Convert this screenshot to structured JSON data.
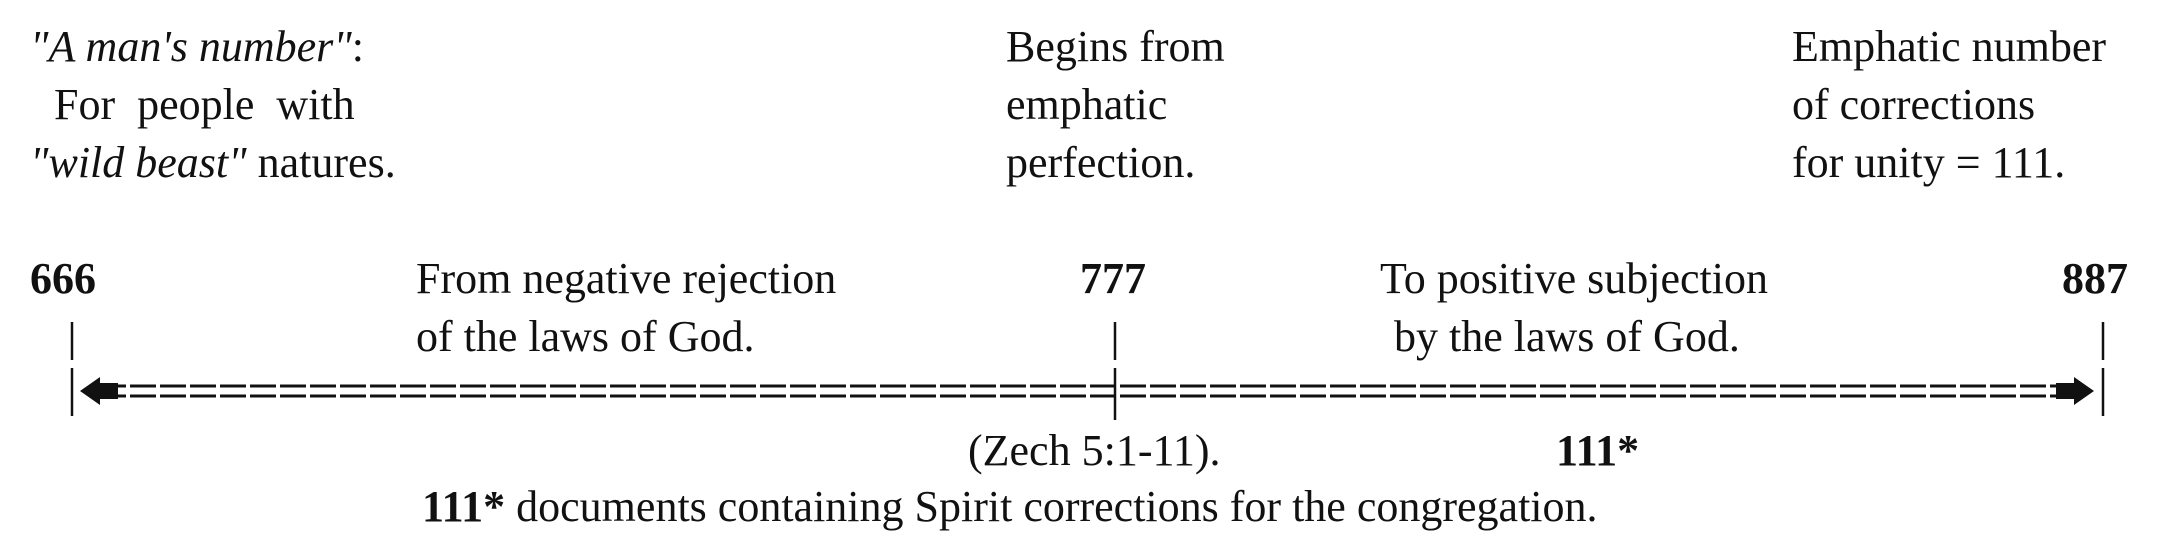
{
  "top_left": {
    "line1_italic": "\"A man's number\"",
    "line1_rest": ":",
    "line2": "For  people  with",
    "line3_italic": "\"wild beast\"",
    "line3_rest": " natures."
  },
  "top_middle": {
    "line1": "Begins from",
    "line2": "emphatic",
    "line3": "perfection."
  },
  "top_right": {
    "line1": "Emphatic number",
    "line2": "of corrections",
    "line3": "for unity = 111."
  },
  "markers": {
    "left": "666",
    "middle": "777",
    "right": "887"
  },
  "left_caption": {
    "line1": "From negative rejection",
    "line2": "of the laws of God."
  },
  "right_caption": {
    "line1": "To positive subjection",
    "line2": "by the laws of God."
  },
  "below_line": {
    "reference": "(Zech 5:1-11).",
    "count": "111*"
  },
  "footnote": {
    "count": "111*",
    "text": " documents containing Spirit corrections for the congregation."
  },
  "colors": {
    "ink": "#111111",
    "background": "#ffffff"
  }
}
